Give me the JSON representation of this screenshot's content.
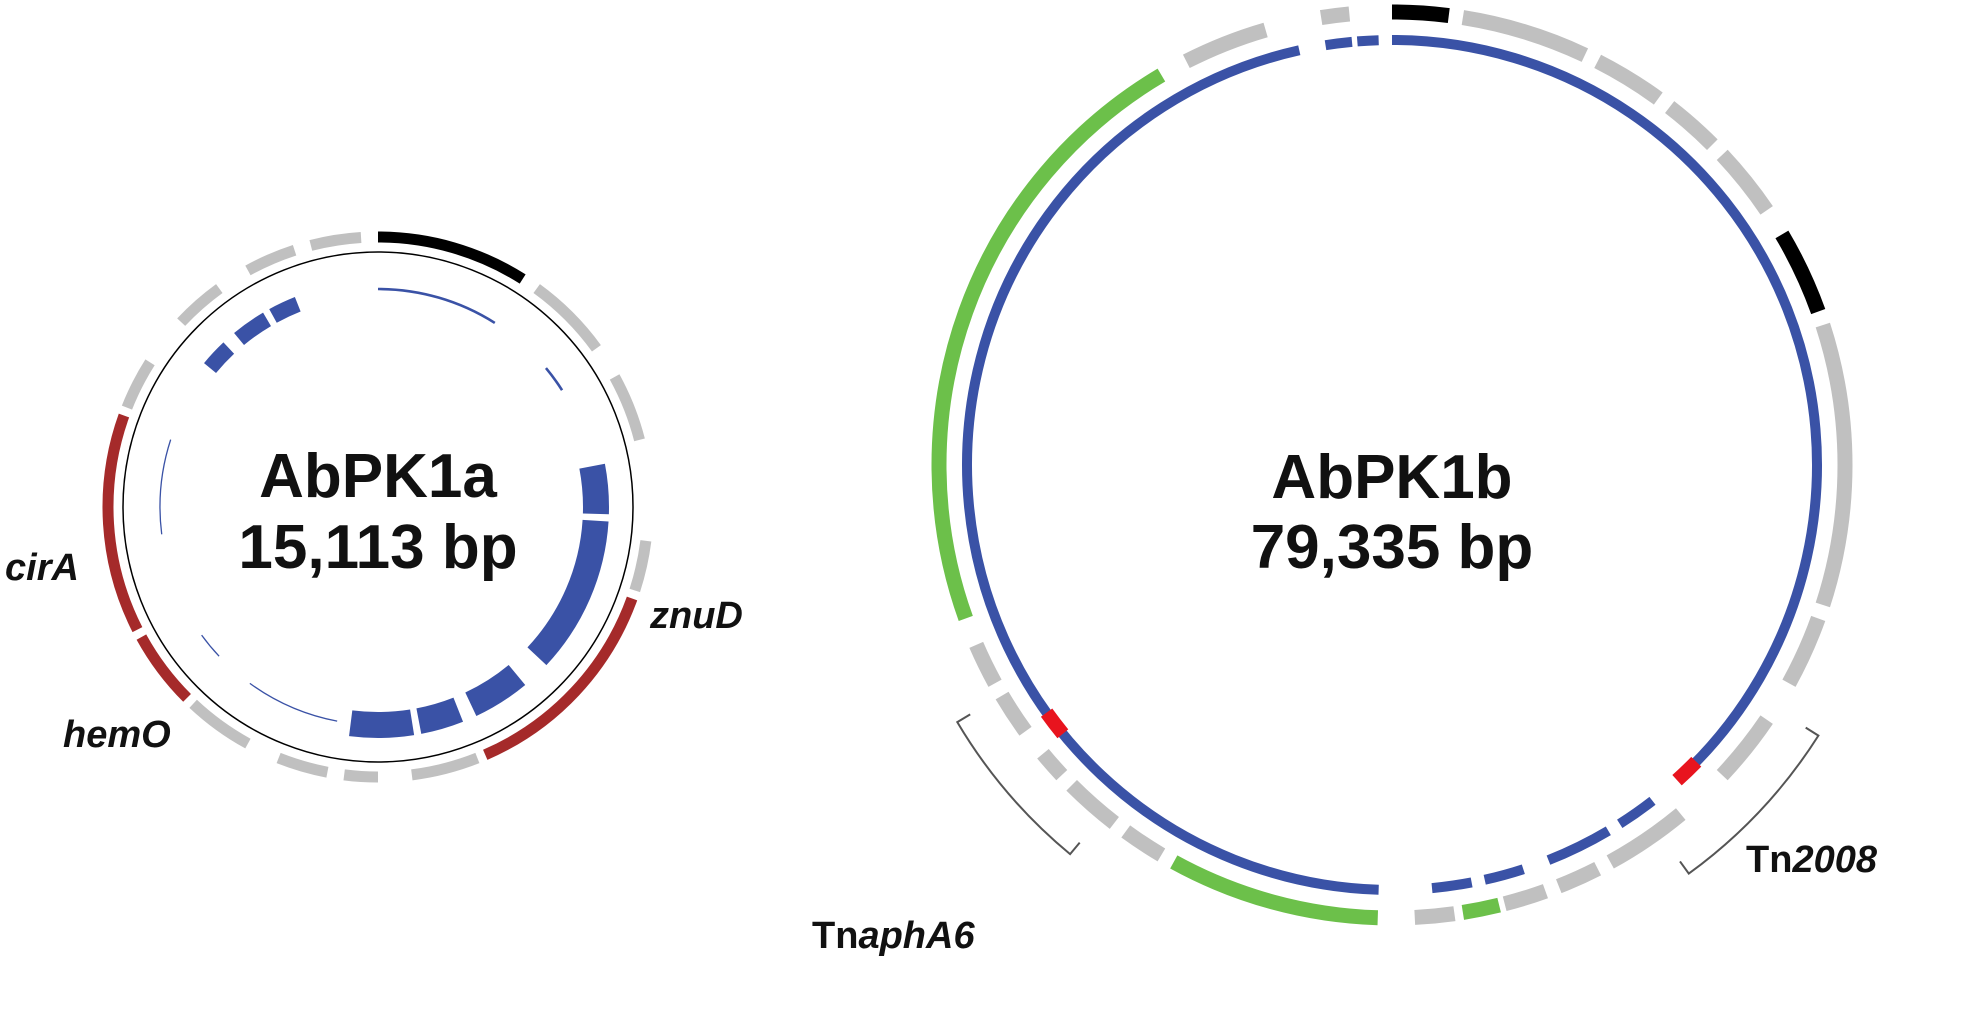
{
  "colors": {
    "gray": "#c0c0c0",
    "blue": "#3a52a6",
    "black": "#000000",
    "red_brown": "#a52a2a",
    "green": "#6cc04a",
    "red": "#e8141e",
    "outline": "#000000",
    "bracket": "#555555"
  },
  "plasmids": [
    {
      "id": "abpk1a",
      "name": "AbPK1a",
      "size": "15,113 bp",
      "labels": [
        {
          "id": "cirA",
          "text": "cirA"
        },
        {
          "id": "hemO",
          "text": "hemO"
        },
        {
          "id": "znuD",
          "text": "znuD"
        }
      ],
      "tracks": [
        {
          "track": "outer",
          "color": "black",
          "start": 0.0,
          "end": 0.09
        },
        {
          "track": "outer",
          "color": "gray",
          "start": 0.1,
          "end": 0.15
        },
        {
          "track": "outer",
          "color": "gray",
          "start": 0.17,
          "end": 0.21
        },
        {
          "track": "outer",
          "color": "gray",
          "start": 0.27,
          "end": 0.3
        },
        {
          "track": "outer",
          "color": "red_brown",
          "start": 0.305,
          "end": 0.435
        },
        {
          "track": "outer",
          "color": "gray",
          "start": 0.44,
          "end": 0.48
        },
        {
          "track": "outer",
          "color": "gray",
          "start": 0.5,
          "end": 0.52
        },
        {
          "track": "outer",
          "color": "gray",
          "start": 0.53,
          "end": 0.56
        },
        {
          "track": "outer",
          "color": "gray",
          "start": 0.58,
          "end": 0.62
        },
        {
          "track": "outer",
          "color": "red_brown",
          "start": 0.625,
          "end": 0.67
        },
        {
          "track": "outer",
          "color": "red_brown",
          "start": 0.675,
          "end": 0.805
        },
        {
          "track": "outer",
          "color": "gray",
          "start": 0.81,
          "end": 0.84
        },
        {
          "track": "outer",
          "color": "gray",
          "start": 0.87,
          "end": 0.9
        },
        {
          "track": "outer",
          "color": "gray",
          "start": 0.92,
          "end": 0.95
        },
        {
          "track": "outer",
          "color": "gray",
          "start": 0.96,
          "end": 0.99
        },
        {
          "track": "inner",
          "color": "blue",
          "start": 0.0,
          "end": 0.09,
          "weight": 0.1
        },
        {
          "track": "inner",
          "color": "blue",
          "start": 0.14,
          "end": 0.16,
          "weight": 0.1
        },
        {
          "track": "inner",
          "color": "blue",
          "start": 0.22,
          "end": 0.255,
          "weight": 1
        },
        {
          "track": "inner",
          "color": "blue",
          "start": 0.26,
          "end": 0.37,
          "weight": 1
        },
        {
          "track": "inner",
          "color": "blue",
          "start": 0.39,
          "end": 0.43,
          "weight": 1
        },
        {
          "track": "inner",
          "color": "blue",
          "start": 0.44,
          "end": 0.47,
          "weight": 1
        },
        {
          "track": "inner",
          "color": "blue",
          "start": 0.475,
          "end": 0.52,
          "weight": 1
        },
        {
          "track": "inner",
          "color": "blue",
          "start": 0.53,
          "end": 0.6,
          "weight": 0.05
        },
        {
          "track": "inner",
          "color": "blue",
          "start": 0.63,
          "end": 0.65,
          "weight": 0.05
        },
        {
          "track": "inner",
          "color": "blue",
          "start": 0.73,
          "end": 0.8,
          "weight": 0.05
        },
        {
          "track": "inner",
          "color": "blue",
          "start": 0.86,
          "end": 0.88,
          "weight": 0.6
        },
        {
          "track": "inner",
          "color": "blue",
          "start": 0.89,
          "end": 0.915,
          "weight": 0.6
        },
        {
          "track": "inner",
          "color": "blue",
          "start": 0.92,
          "end": 0.94,
          "weight": 0.6
        }
      ],
      "brackets": []
    },
    {
      "id": "abpk1b",
      "name": "AbPK1b",
      "size": "79,335 bp",
      "labels": [],
      "tracks": [
        {
          "track": "outer",
          "color": "black",
          "start": 0.0,
          "end": 0.02
        },
        {
          "track": "outer",
          "color": "gray",
          "start": 0.025,
          "end": 0.07
        },
        {
          "track": "outer",
          "color": "gray",
          "start": 0.075,
          "end": 0.1
        },
        {
          "track": "outer",
          "color": "gray",
          "start": 0.105,
          "end": 0.125
        },
        {
          "track": "outer",
          "color": "gray",
          "start": 0.13,
          "end": 0.155
        },
        {
          "track": "outer",
          "color": "black",
          "start": 0.165,
          "end": 0.195
        },
        {
          "track": "outer",
          "color": "gray",
          "start": 0.2,
          "end": 0.3
        },
        {
          "track": "outer",
          "color": "gray",
          "start": 0.305,
          "end": 0.33
        },
        {
          "track": "outer",
          "color": "gray",
          "start": 0.345,
          "end": 0.37
        },
        {
          "track": "outer",
          "color": "gray",
          "start": 0.39,
          "end": 0.42
        },
        {
          "track": "outer",
          "color": "gray",
          "start": 0.425,
          "end": 0.44
        },
        {
          "track": "outer",
          "color": "gray",
          "start": 0.445,
          "end": 0.46
        },
        {
          "track": "outer",
          "color": "green",
          "start": 0.462,
          "end": 0.475
        },
        {
          "track": "outer",
          "color": "gray",
          "start": 0.478,
          "end": 0.492
        },
        {
          "track": "outer",
          "color": "green",
          "start": 0.505,
          "end": 0.58
        },
        {
          "track": "outer",
          "color": "gray",
          "start": 0.585,
          "end": 0.6
        },
        {
          "track": "outer",
          "color": "gray",
          "start": 0.605,
          "end": 0.625
        },
        {
          "track": "outer",
          "color": "gray",
          "start": 0.63,
          "end": 0.64
        },
        {
          "track": "outer",
          "color": "gray",
          "start": 0.65,
          "end": 0.665
        },
        {
          "track": "outer",
          "color": "gray",
          "start": 0.67,
          "end": 0.685
        },
        {
          "track": "outer",
          "color": "green",
          "start": 0.695,
          "end": 0.915
        },
        {
          "track": "outer",
          "color": "gray",
          "start": 0.925,
          "end": 0.955
        },
        {
          "track": "outer",
          "color": "gray",
          "start": 0.975,
          "end": 0.985
        },
        {
          "track": "inner",
          "color": "blue",
          "start": 0.0,
          "end": 0.38
        },
        {
          "track": "inner",
          "color": "blue",
          "start": 0.395,
          "end": 0.41
        },
        {
          "track": "inner",
          "color": "blue",
          "start": 0.415,
          "end": 0.44
        },
        {
          "track": "inner",
          "color": "blue",
          "start": 0.45,
          "end": 0.465
        },
        {
          "track": "inner",
          "color": "blue",
          "start": 0.47,
          "end": 0.485
        },
        {
          "track": "inner",
          "color": "blue",
          "start": 0.505,
          "end": 0.965
        },
        {
          "track": "inner",
          "color": "blue",
          "start": 0.975,
          "end": 0.985
        },
        {
          "track": "inner",
          "color": "blue",
          "start": 0.987,
          "end": 0.995
        },
        {
          "track": "mid",
          "color": "red",
          "start": 0.373,
          "end": 0.383
        },
        {
          "track": "mid",
          "color": "red",
          "start": 0.641,
          "end": 0.651
        }
      ],
      "brackets": [
        {
          "id": "tn2008",
          "label_prefix": "Tn",
          "label_italic": "2008",
          "start": 0.34,
          "end": 0.4
        },
        {
          "id": "tnaphA6",
          "label_prefix": "Tn",
          "label_italic": "aphA6",
          "start": 0.61,
          "end": 0.665
        }
      ]
    }
  ]
}
